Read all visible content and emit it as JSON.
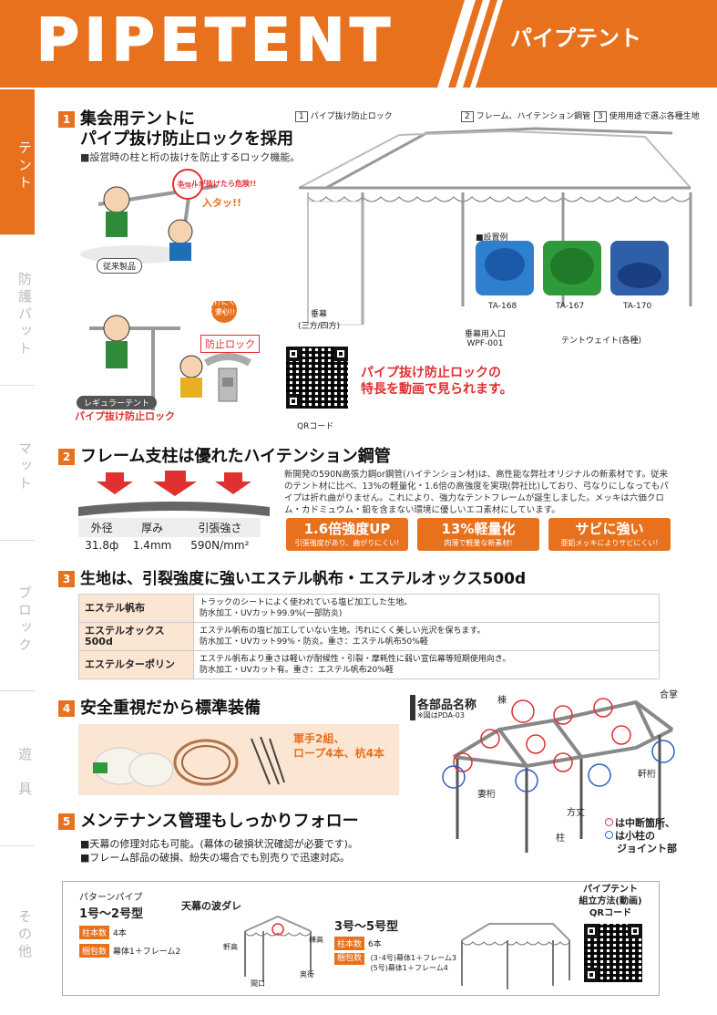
{
  "header": {
    "title": "PIPETENT",
    "subtitle": "パイプテント"
  },
  "sidebar": {
    "items": [
      {
        "label": "テント",
        "active": true
      },
      {
        "label": "防護パット",
        "active": false
      },
      {
        "label": "マット",
        "active": false
      },
      {
        "label": "ブロック",
        "active": false
      },
      {
        "label": "遊　具",
        "active": false
      },
      {
        "label": "その他",
        "active": false
      }
    ]
  },
  "section1": {
    "num": "1",
    "title_line1": "集会用テントに",
    "title_line2": "パイプ抜け防止ロックを採用",
    "desc": "■設営時の柱と桁の抜けを防止するロック機能。",
    "callout_danger": "ホールが抜けたら危険!!",
    "callout_ahh": "入タッ!!",
    "label_old": "従来製品",
    "callout_safe": "抜けにくく安心!!",
    "label_lock": "防止ロック",
    "label_regular": "レギュラーテント",
    "label_regular_sub": "パイプ抜け防止ロック",
    "diagram_labels": [
      {
        "num": "1",
        "text": "パイプ抜け防止ロック"
      },
      {
        "num": "2",
        "text": "フレーム、ハイテンション鋼管"
      },
      {
        "num": "3",
        "text": "使用用途で選ぶ各種生地"
      }
    ],
    "install_example": "■設置例",
    "weights": [
      "TA-168",
      "TA-167",
      "TA-170"
    ],
    "label_curtain": "垂幕",
    "label_curtain_sub": "(三方/四方)",
    "label_entrance": "垂幕用入口",
    "label_entrance_code": "WPF-001",
    "label_weight": "テントウェイト(各種)",
    "qr_label": "QRコード",
    "video_text_line1": "パイプ抜け防止ロックの",
    "video_text_line2": "特長を動画で見られます。"
  },
  "section2": {
    "num": "2",
    "title": "フレーム支柱は優れたハイテンション鋼管",
    "desc": "新開発の590N高張力鋼or鋼管(ハイテンション材)は、高性能な弊社オリジナルの新素材です。従来のテント材に比べ、13%の軽量化・1.6倍の高強度を実現(弊社比)しており、弓なりにしなってもパイプは折れ曲がりません。これにより、強力なテントフレームが誕生しました。メッキは六価クロム・カドミュウム・鉛を含まない環境に優しいエコ素材にしています。",
    "spec_headers": [
      "外径",
      "厚み",
      "引張強さ"
    ],
    "spec_values": [
      "31.8ф",
      "1.4mm",
      "590N/mm²"
    ],
    "badges": [
      {
        "big": "1.6倍強度UP",
        "small": "引張強度があり、曲がりにくい!"
      },
      {
        "big": "13%軽量化",
        "small": "肉薄で軽量な新素材!"
      },
      {
        "big": "サビに強い",
        "small": "亜鉛メッキによりサビにくい!"
      }
    ]
  },
  "section3": {
    "num": "3",
    "title": "生地は、引裂強度に強いエステル帆布・エステルオックス500d",
    "rows": [
      {
        "name": "エステル帆布",
        "desc1": "トラックのシートによく使われている塩ビ加工した生地。",
        "desc2": "防水加工・UVカット99.9%(一部防炎)"
      },
      {
        "name": "エステルオックス500d",
        "desc1": "エステル帆布の塩ビ加工していない生地。汚れにくく美しい光沢を保ちます。",
        "desc2": "防水加工・UVカット99%・防炎。重さ：エステル帆布50%軽"
      },
      {
        "name": "エステルターポリン",
        "desc1": "エステル帆布より重さは軽いが耐候性・引裂・摩耗性に弱い宣伝幕等短期使用向き。",
        "desc2": "防水加工・UVカット有。重さ：エステル帆布20%軽"
      }
    ]
  },
  "section4": {
    "num": "4",
    "title": "安全重視だから標準装備",
    "equipment_line1": "軍手2組、",
    "equipment_line2": "ロープ4本、杭4本"
  },
  "parts": {
    "title": "各部品名称",
    "note": "※図はPDA-03",
    "labels": [
      "棟",
      "合掌",
      "軒桁",
      "妻桁",
      "方丈",
      "柱"
    ],
    "legend_line1": "は中断箇所、",
    "legend_line2": "は小柱の",
    "legend_line3": "ジョイント部"
  },
  "section5": {
    "num": "5",
    "title": "メンテナンス管理もしっかりフォロー",
    "line1": "■天幕の修理対応も可能。(幕体の破損状況確認が必要です)。",
    "line2": "■フレーム部品の破損、紛失の場合でも別売りで迅速対応。"
  },
  "bottom": {
    "pattern_title": "パターンパイプ",
    "type_a": "1号〜2号型",
    "type_a_tag1": "柱本数",
    "type_a_val1": "4本",
    "type_a_tag2": "梱包数",
    "type_a_val2": "幕体1＋フレーム2",
    "wave_title": "天幕の波ダレ",
    "dim_labels": [
      "軒高",
      "棟高",
      "間口",
      "奥行"
    ],
    "type_b": "3号〜5号型",
    "type_b_tag1": "柱本数",
    "type_b_val1": "6本",
    "type_b_tag2": "梱包数",
    "type_b_val2a": "(3･4号)幕体1＋フレーム3",
    "type_b_val2b": "(5号)幕体1＋フレーム4",
    "qr_title_line1": "パイプテント",
    "qr_title_line2": "組立方法(動画)",
    "qr_title_line3": "QRコード"
  }
}
